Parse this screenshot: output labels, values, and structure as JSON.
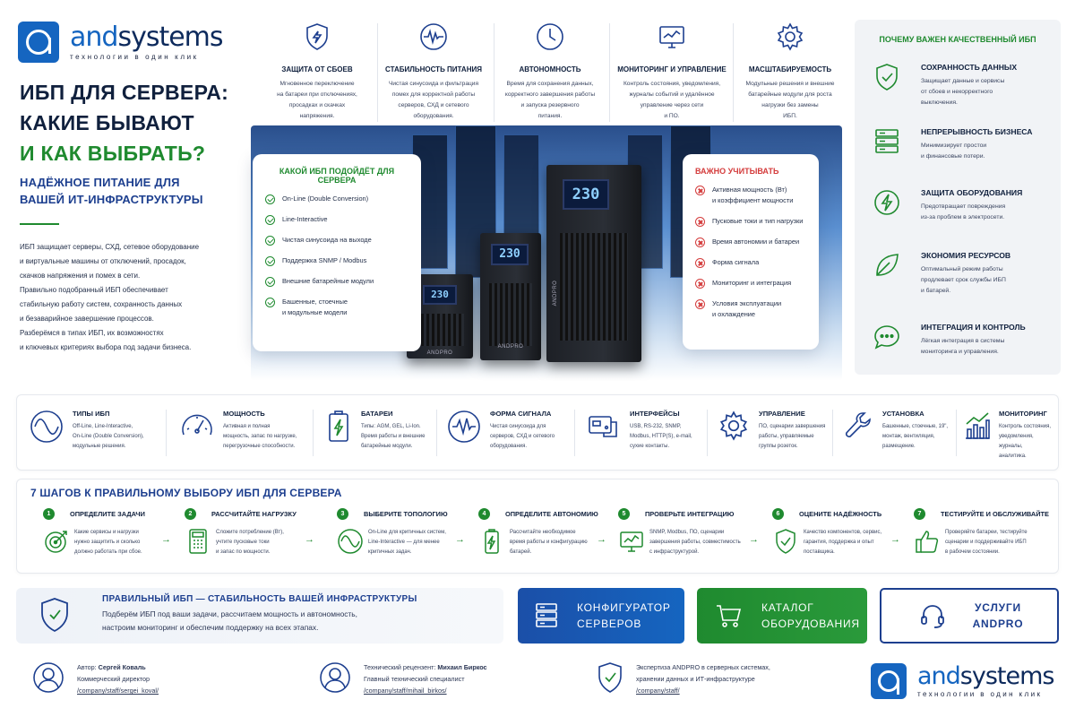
{
  "brand": {
    "name_a": "and",
    "name_b": "systems",
    "tagline": "технологии в один клик"
  },
  "hero": {
    "title1": "ИБП ДЛЯ СЕРВЕРА:",
    "title2": "КАКИЕ БЫВАЮТ",
    "title3": "И КАК ВЫБРАТЬ?",
    "subtitle1": "НАДЁЖНОЕ ПИТАНИЕ ДЛЯ",
    "subtitle2": "ВАШЕЙ ИТ-ИНФРАСТРУКТУРЫ",
    "intro": [
      "ИБП защищает серверы, СХД, сетевое оборудование",
      "и виртуальные машины от отключений, просадок,",
      "скачков напряжения и помех в сети.",
      "Правильно подобранный ИБП обеспечивает",
      "стабильную работу систем, сохранность данных",
      "и безаварийное завершение процессов.",
      "Разберёмся в типах ИБП, их возможностях",
      "и ключевых критериях выбора под задачи бизнеса."
    ]
  },
  "features": [
    {
      "title": "ЗАЩИТА ОТ СБОЕВ",
      "icon": "shield-icon",
      "lines": [
        "Мгновенное переключение",
        "на батареи при отключениях,",
        "просадках и скачках",
        "напряжения."
      ]
    },
    {
      "title": "СТАБИЛЬНОСТЬ ПИТАНИЯ",
      "icon": "waveform-icon",
      "lines": [
        "Чистая синусоида и фильтрация",
        "помех для корректной работы",
        "серверов, СХД и сетевого",
        "оборудования."
      ]
    },
    {
      "title": "АВТОНОМНОСТЬ",
      "icon": "clock-icon",
      "lines": [
        "Время для сохранения данных,",
        "корректного завершения работы",
        "и запуска резервного",
        "питания."
      ]
    },
    {
      "title": "МОНИТОРИНГ И УПРАВЛЕНИЕ",
      "icon": "monitor-icon",
      "lines": [
        "Контроль состояния, уведомления,",
        "журналы событий и удалённое",
        "управление через сети",
        "и ПО."
      ]
    },
    {
      "title": "МАСШТАБИРУЕМОСТЬ",
      "icon": "gear-icon",
      "lines": [
        "Модульные решения и внешние",
        "батарейные модули для роста",
        "нагрузки без замены",
        "ИБП."
      ]
    }
  ],
  "which_card": {
    "title": "КАКОЙ ИБП ПОДОЙДЁТ ДЛЯ СЕРВЕРА",
    "items": [
      "On-Line (Double Conversion)",
      "Line-Interactive",
      "Чистая синусоида на выходе",
      "Поддержка SNMP / Modbus",
      "Внешние батарейные модули",
      "Башенные, стоечные",
      "и модульные модели"
    ]
  },
  "important_card": {
    "title": "ВАЖНО УЧИТЫВАТЬ",
    "items": [
      "Активная мощность (Вт)",
      "и коэффициент мощности",
      "Пусковые токи и тип нагрузки",
      "Время автономии и батареи",
      "Форма сигнала",
      "Мониторинг и интеграция",
      "Условия эксплуатации",
      "и охлаждение"
    ]
  },
  "ups_units": {
    "display": "230",
    "label": "ANDPRO"
  },
  "why": {
    "title": "ПОЧЕМУ ВАЖЕН КАЧЕСТВЕННЫЙ ИБП",
    "items": [
      {
        "title": "СОХРАННОСТЬ ДАННЫХ",
        "icon": "shield-check-icon",
        "lines": [
          "Защищает данные и сервисы",
          "от сбоев и некорректного",
          "выключения."
        ]
      },
      {
        "title": "НЕПРЕРЫВНОСТЬ БИЗНЕСА",
        "icon": "server-icon",
        "lines": [
          "Минимизирует простои",
          "и финансовые потери."
        ]
      },
      {
        "title": "ЗАЩИТА ОБОРУДОВАНИЯ",
        "icon": "bolt-icon",
        "lines": [
          "Предотвращает повреждения",
          "из-за проблем в электросети."
        ]
      },
      {
        "title": "ЭКОНОМИЯ РЕСУРСОВ",
        "icon": "leaf-icon",
        "lines": [
          "Оптимальный режим работы",
          "продлевает срок службы ИБП",
          "и батарей."
        ]
      },
      {
        "title": "ИНТЕГРАЦИЯ И КОНТРОЛЬ",
        "icon": "chat-icon",
        "lines": [
          "Лёгкая интеграция в системы",
          "мониторинга и управления."
        ]
      }
    ]
  },
  "categories": [
    {
      "title": "ТИПЫ ИБП",
      "icon": "sine-icon",
      "lines": [
        "Off-Line, Line-Interactive,",
        "On-Line (Double Conversion),",
        "модульные решения."
      ]
    },
    {
      "title": "МОЩНОСТЬ",
      "icon": "gauge-icon",
      "lines": [
        "Активная и полная",
        "мощность, запас по нагрузке,",
        "перегрузочные способности."
      ]
    },
    {
      "title": "БАТАРЕИ",
      "icon": "battery-icon",
      "lines": [
        "Типы: AGM, GEL, Li-Ion.",
        "Время работы и внешние",
        "батарейные модули."
      ]
    },
    {
      "title": "ФОРМА СИГНАЛА",
      "icon": "pulse-icon",
      "lines": [
        "Чистая синусоида для",
        "серверов, СХД и сетевого",
        "оборудования."
      ]
    },
    {
      "title": "ИНТЕРФЕЙСЫ",
      "icon": "interface-icon",
      "lines": [
        "USB, RS-232, SNMP,",
        "Modbus, HTTP(S), e-mail,",
        "сухие контакты."
      ]
    },
    {
      "title": "УПРАВЛЕНИЕ",
      "icon": "settings-icon",
      "lines": [
        "ПО, сценарии завершения",
        "работы, управляемые",
        "группы розеток."
      ]
    },
    {
      "title": "УСТАНОВКА",
      "icon": "wrench-icon",
      "lines": [
        "Башенные, стоечные, 19\",",
        "монтаж, вентиляция,",
        "размещение."
      ]
    },
    {
      "title": "МОНИТОРИНГ",
      "icon": "chart-icon",
      "lines": [
        "Контроль состояния,",
        "уведомления, журналы,",
        "аналитика."
      ]
    }
  ],
  "steps": {
    "title": "7 ШАГОВ К ПРАВИЛЬНОМУ ВЫБОРУ ИБП ДЛЯ СЕРВЕРА",
    "items": [
      {
        "num": "1",
        "title": "ОПРЕДЕЛИТЕ ЗАДАЧИ",
        "icon": "target-icon",
        "lines": [
          "Какие сервисы и нагрузки",
          "нужно защитить и сколько",
          "должно работать при сбое."
        ]
      },
      {
        "num": "2",
        "title": "РАССЧИТАЙТЕ НАГРУЗКУ",
        "icon": "calculator-icon",
        "lines": [
          "Сложите потребление (Вт),",
          "учтите пусковые токи",
          "и запас по мощности."
        ]
      },
      {
        "num": "3",
        "title": "ВЫБЕРИТЕ ТОПОЛОГИЮ",
        "icon": "topology-icon",
        "lines": [
          "On-Line для критичных систем,",
          "Line-Interactive — для менее",
          "критичных задач."
        ]
      },
      {
        "num": "4",
        "title": "ОПРЕДЕЛИТЕ АВТОНОМИЮ",
        "icon": "battery-charge-icon",
        "lines": [
          "Рассчитайте необходимое",
          "время работы и конфигурацию",
          "батарей."
        ]
      },
      {
        "num": "5",
        "title": "ПРОВЕРЬТЕ ИНТЕГРАЦИЮ",
        "icon": "integration-icon",
        "lines": [
          "SNMP, Modbus, ПО, сценарии",
          "завершения работы, совместимость",
          "с инфраструктурой."
        ]
      },
      {
        "num": "6",
        "title": "ОЦЕНИТЕ НАДЁЖНОСТЬ",
        "icon": "shield-check-icon",
        "lines": [
          "Качество компонентов, сервис,",
          "гарантия, поддержка и опыт",
          "поставщика."
        ]
      },
      {
        "num": "7",
        "title": "ТЕСТИРУЙТЕ И ОБСЛУЖИВАЙТЕ",
        "icon": "thumbs-up-icon",
        "lines": [
          "Проверяйте батареи, тестируйте",
          "сценарии и поддерживайте ИБП",
          "в рабочем состоянии."
        ]
      }
    ]
  },
  "cta": {
    "title": "ПРАВИЛЬНЫЙ ИБП — СТАБИЛЬНОСТЬ ВАШЕЙ ИНФРАСТРУКТУРЫ",
    "line1": "Подберём ИБП под ваши задачи, рассчитаем мощность и автономность,",
    "line2": "настроим мониторинг и обеспечим поддержку на всех этапах.",
    "btn_config_1": "КОНФИГУРАТОР",
    "btn_config_2": "СЕРВЕРОВ",
    "btn_catalog_1": "КАТАЛОГ",
    "btn_catalog_2": "ОБОРУДОВАНИЯ",
    "btn_services_1": "УСЛУГИ",
    "btn_services_2": "ANDPRO"
  },
  "footer": {
    "author_label": "Автор: ",
    "author_name": "Сергей Коваль",
    "author_role": "Коммерческий директор",
    "author_link": "/company/staff/sergei_koval/",
    "reviewer_label": "Технический рецензент: ",
    "reviewer_name": "Михаил Биркос",
    "reviewer_role": "Главный технический специалист",
    "reviewer_link": "/company/staff/mihail_birkos/",
    "expert_line1": "Экспертиза ANDPRO в серверных системах,",
    "expert_line2": "хранении данных и ИТ-инфраструктуре",
    "expert_link": "/company/staff/"
  },
  "colors": {
    "primary": "#1565c0",
    "green": "#1f8a2f",
    "navy": "#1d3f8f",
    "red": "#d43c3c"
  }
}
